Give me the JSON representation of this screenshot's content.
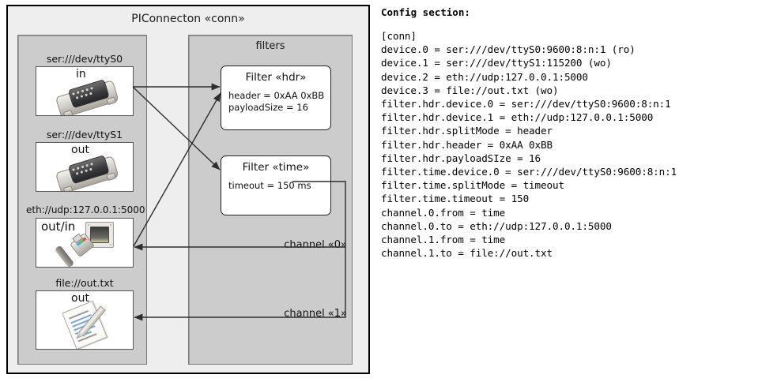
{
  "diagram": {
    "title": "PIConnecton «conn»",
    "devices_panel": {
      "groups": [
        {
          "label": "ser:///dev/ttyS0",
          "direction": "in",
          "icon": "serial-db9-icon"
        },
        {
          "label": "ser:///dev/ttyS1",
          "direction": "out",
          "icon": "serial-db9-icon"
        },
        {
          "label": "eth://udp:127.0.0.1:5000",
          "direction": "out/in",
          "icon": "ethernet-icon"
        },
        {
          "label": "file://out.txt",
          "direction": "out",
          "icon": "text-file-icon"
        }
      ]
    },
    "filters_panel": {
      "title": "filters",
      "filters": [
        {
          "name": "Filter «hdr»",
          "attrs": [
            "header = 0xAA 0xBB",
            "payloadSize = 16"
          ]
        },
        {
          "name": "Filter «time»",
          "attrs": [
            "timeout = 150 ms"
          ]
        }
      ]
    },
    "channels": [
      {
        "label": "channel «0»"
      },
      {
        "label": "channel «1»"
      }
    ],
    "colors": {
      "outer_bg": "#eeeeee",
      "panel_bg": "#cccccc",
      "box_bg": "#ffffff",
      "outline": "#000000",
      "wire": "#333333"
    }
  },
  "config": {
    "heading": "Config section:",
    "lines": [
      "[conn]",
      "device.0 = ser:///dev/ttyS0:9600:8:n:1 (ro)",
      "device.1 = ser:///dev/ttyS1:115200 (wo)",
      "device.2 = eth://udp:127.0.0.1:5000",
      "device.3 = file://out.txt (wo)",
      "filter.hdr.device.0 = ser:///dev/ttyS0:9600:8:n:1",
      "filter.hdr.device.1 = eth://udp:127.0.0.1:5000",
      "filter.hdr.splitMode = header",
      "filter.hdr.header = 0xAA 0xBB",
      "filter.hdr.payloadSIze = 16",
      "filter.time.device.0 = ser:///dev/ttyS0:9600:8:n:1",
      "filter.time.splitMode = timeout",
      "filter.time.timeout = 150",
      "channel.0.from = time",
      "channel.0.to = eth://udp:127.0.0.1:5000",
      "channel.1.from = time",
      "channel.1.to = file://out.txt"
    ]
  }
}
